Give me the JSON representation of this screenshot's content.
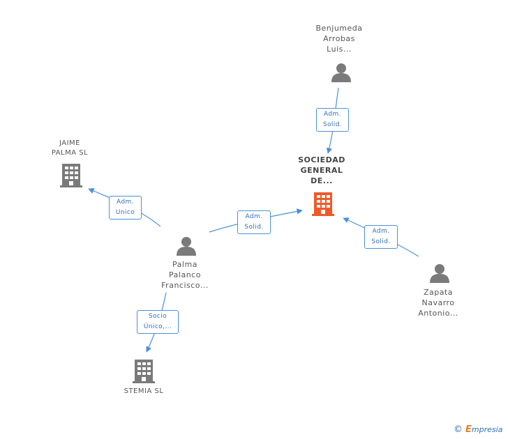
{
  "colors": {
    "edge": "#4a90d9",
    "person": "#7a7a7a",
    "company": "#7a7a7a",
    "focus_company": "#f05a28"
  },
  "nodes": {
    "benjumeda": {
      "label_lines": [
        "Benjumeda",
        "Arrobas",
        "Luis..."
      ],
      "icon": "person-icon"
    },
    "sociedad": {
      "label_lines": [
        "SOCIEDAD",
        "GENERAL",
        "DE..."
      ],
      "icon": "building-icon-highlighted"
    },
    "jaime": {
      "label_lines": [
        "JAIME",
        "PALMA SL"
      ],
      "icon": "building-icon"
    },
    "palma": {
      "label_lines": [
        "Palma",
        "Palanco",
        "Francisco..."
      ],
      "icon": "person-icon"
    },
    "zapata": {
      "label_lines": [
        "Zapata",
        "Navarro",
        "Antonio..."
      ],
      "icon": "person-icon"
    },
    "stemia": {
      "label_lines": [
        "STEMIA SL"
      ],
      "icon": "building-icon"
    }
  },
  "edges": {
    "benjumeda_sociedad": {
      "label_lines": [
        "Adm.",
        "Solid."
      ]
    },
    "palma_jaime": {
      "label_lines": [
        "Adm.",
        "Unico"
      ]
    },
    "palma_sociedad": {
      "label_lines": [
        "Adm.",
        "Solid."
      ]
    },
    "zapata_sociedad": {
      "label_lines": [
        "Adm.",
        "Solid."
      ]
    },
    "palma_stemia": {
      "label_lines": [
        "Socio",
        "Único,..."
      ]
    }
  },
  "brand": {
    "copyright": "©",
    "name_initial": "E",
    "name_rest": "mpresia"
  }
}
